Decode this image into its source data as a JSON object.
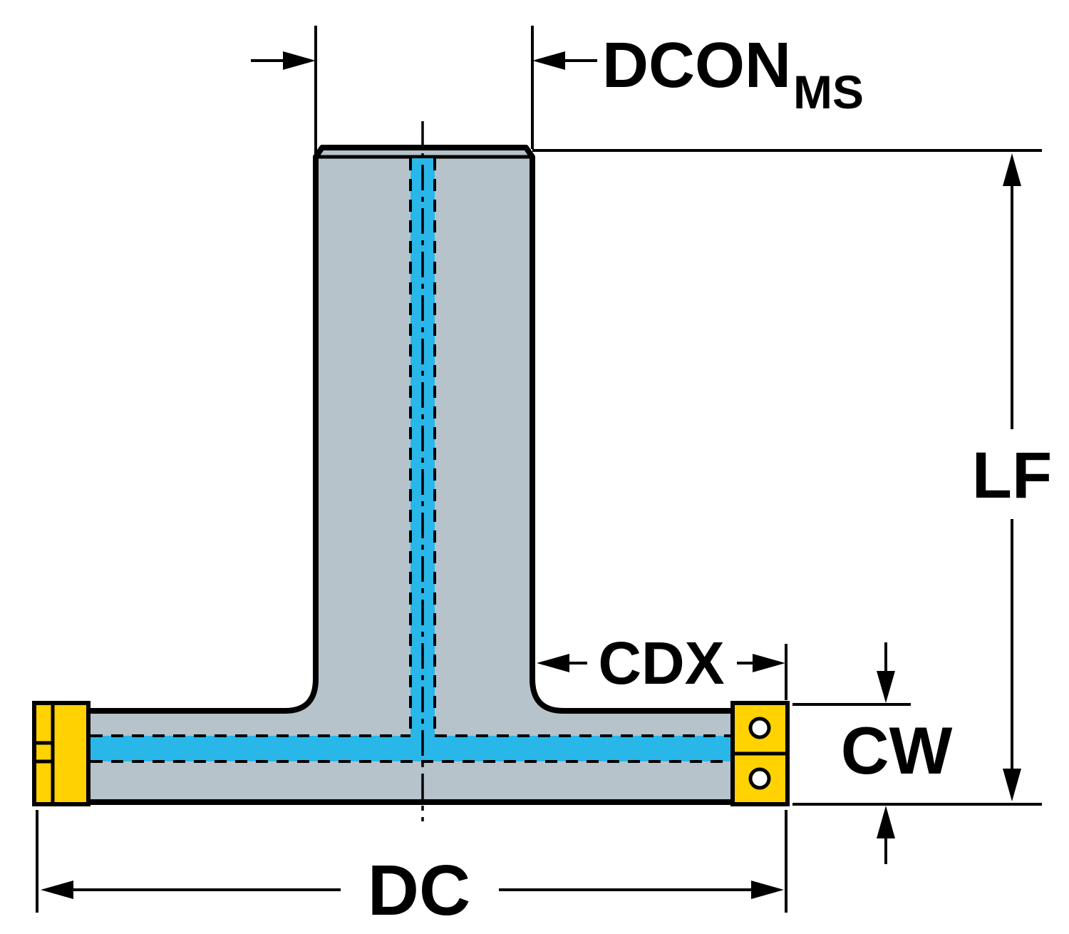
{
  "diagram": {
    "labels": {
      "dcon": "DCON",
      "dcon_sub": "MS",
      "lf": "LF",
      "cdx": "CDX",
      "cw": "CW",
      "dc": "DC"
    },
    "colors": {
      "body": "#b7c3cb",
      "coolant": "#29b7ea",
      "insert": "#ffd200",
      "outline": "#000000",
      "background": "#ffffff"
    }
  }
}
